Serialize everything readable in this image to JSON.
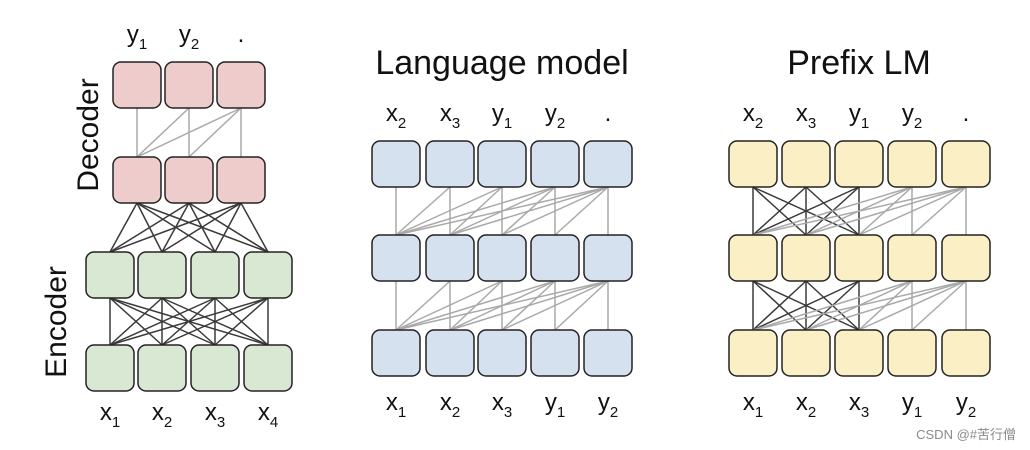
{
  "colors": {
    "decoder_fill": "#eecccc",
    "encoder_fill": "#d9e8d2",
    "lm_fill": "#d5e1ef",
    "prefix_fill": "#fbefc6",
    "box_stroke": "#222222",
    "line_dark": "#3a3a3a",
    "line_light": "#a9a9a9"
  },
  "encoder_decoder": {
    "decoder_label": "Decoder",
    "encoder_label": "Encoder",
    "output_tokens": [
      {
        "base": "y",
        "sub": "1"
      },
      {
        "base": "y",
        "sub": "2"
      },
      {
        "base": ".",
        "sub": ""
      }
    ],
    "input_tokens": [
      {
        "base": "x",
        "sub": "1"
      },
      {
        "base": "x",
        "sub": "2"
      },
      {
        "base": "x",
        "sub": "3"
      },
      {
        "base": "x",
        "sub": "4"
      }
    ]
  },
  "language_model": {
    "title": "Language model",
    "top_tokens": [
      {
        "base": "x",
        "sub": "2"
      },
      {
        "base": "x",
        "sub": "3"
      },
      {
        "base": "y",
        "sub": "1"
      },
      {
        "base": "y",
        "sub": "2"
      },
      {
        "base": ".",
        "sub": ""
      }
    ],
    "bottom_tokens": [
      {
        "base": "x",
        "sub": "1"
      },
      {
        "base": "x",
        "sub": "2"
      },
      {
        "base": "x",
        "sub": "3"
      },
      {
        "base": "y",
        "sub": "1"
      },
      {
        "base": "y",
        "sub": "2"
      }
    ]
  },
  "prefix_lm": {
    "title": "Prefix LM",
    "top_tokens": [
      {
        "base": "x",
        "sub": "2"
      },
      {
        "base": "x",
        "sub": "3"
      },
      {
        "base": "y",
        "sub": "1"
      },
      {
        "base": "y",
        "sub": "2"
      },
      {
        "base": ".",
        "sub": ""
      }
    ],
    "bottom_tokens": [
      {
        "base": "x",
        "sub": "1"
      },
      {
        "base": "x",
        "sub": "2"
      },
      {
        "base": "x",
        "sub": "3"
      },
      {
        "base": "y",
        "sub": "1"
      },
      {
        "base": "y",
        "sub": "2"
      }
    ]
  },
  "watermark": "CSDN @#苦行僧"
}
